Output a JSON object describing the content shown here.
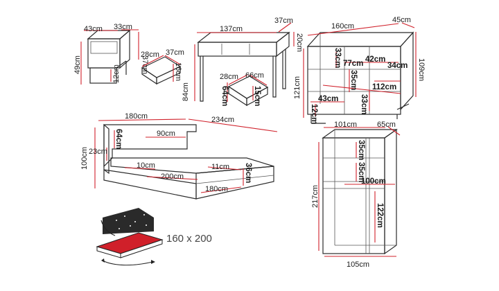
{
  "nightstand": {
    "width": "43cm",
    "depth": "33cm",
    "height": "49cm",
    "leg_height": "12cm",
    "drawer_width": "28cm",
    "drawer_depth": "37cm",
    "drawer_height": "16cm",
    "drawer_depth_top": "37cm"
  },
  "desk": {
    "width": "137cm",
    "depth": "37cm",
    "height": "84cm",
    "top_height": "20cm",
    "drawer_width": "28cm",
    "drawer_depth": "66cm",
    "drawer_front": "64cm",
    "drawer_height": "15cm"
  },
  "bookcase": {
    "width": "160cm",
    "depth": "45cm",
    "height": "109cm",
    "front_height": "121cm",
    "shelf_33": "33cm",
    "shelf_77": "77cm",
    "shelf_42": "42cm",
    "shelf_35": "35cm",
    "shelf_34": "34cm",
    "shelf_112": "112cm",
    "shelf_43": "43cm",
    "leg_12": "12cm",
    "mid_33": "33cm"
  },
  "bed": {
    "headboard_width": "180cm",
    "length": "234cm",
    "height": "100cm",
    "headboard_h": "64cm",
    "side_23": "23cm",
    "panel_90": "90cm",
    "mattress_10": "10cm",
    "mattress_200": "200cm",
    "frame_11": "11cm",
    "frame_36": "36cm",
    "frame_180": "180cm"
  },
  "wardrobe": {
    "width": "101cm",
    "depth": "65cm",
    "height": "217cm",
    "inner_35a": "35cm",
    "inner_35b": "35cm",
    "inner_100": "100cm",
    "inner_122": "122cm",
    "base_width": "105cm"
  },
  "storage_caption": "160 x 200",
  "colors": {
    "accent": "#d0202a",
    "line": "#2b2b2b",
    "text": "#1a1a1a"
  }
}
